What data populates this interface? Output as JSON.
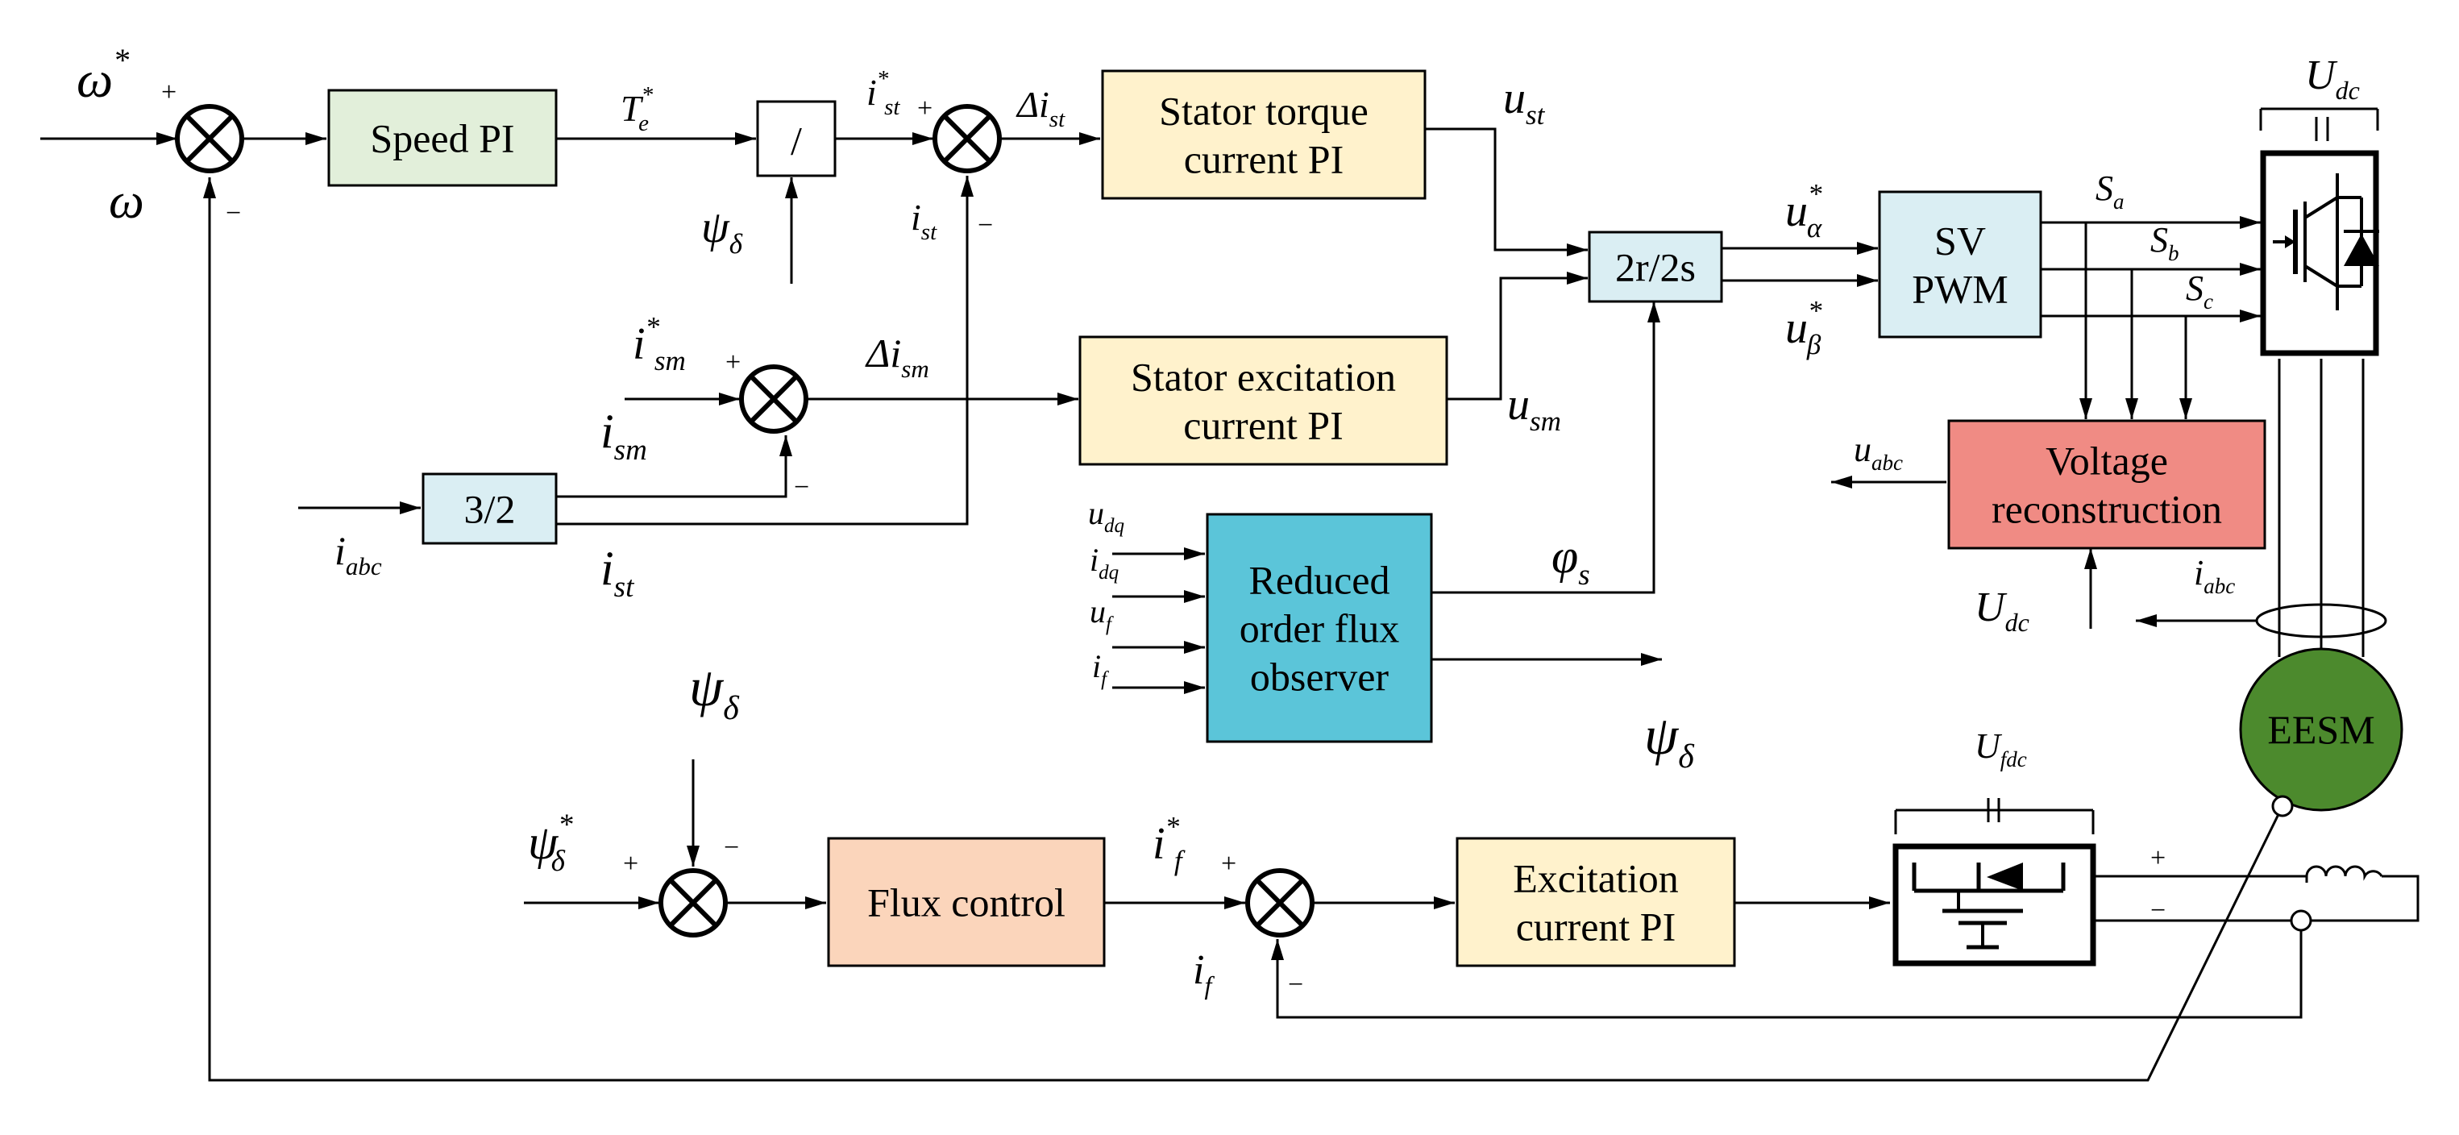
{
  "colors": {
    "green": "#e2efda",
    "yellow": "#fff2cc",
    "blue": "#daeef3",
    "cyan": "#5bc5d9",
    "red": "#f08b84",
    "orange": "#fbd5bb",
    "motor": "#4c8a2d",
    "white": "#ffffff"
  },
  "blocks": [
    {
      "id": "speed-pi",
      "lines": [
        "Speed PI"
      ],
      "color": "green"
    },
    {
      "id": "divide",
      "lines": [
        "/"
      ],
      "color": "white"
    },
    {
      "id": "stator-torque-pi",
      "lines": [
        "Stator torque",
        "current PI"
      ],
      "color": "yellow"
    },
    {
      "id": "stator-excitation-pi",
      "lines": [
        "Stator excitation",
        "current PI"
      ],
      "color": "yellow"
    },
    {
      "id": "transform-2r2s",
      "lines": [
        "2r/2s"
      ],
      "color": "blue"
    },
    {
      "id": "svpwm",
      "lines": [
        "SV",
        "PWM"
      ],
      "color": "blue"
    },
    {
      "id": "transform-32",
      "lines": [
        "3/2"
      ],
      "color": "blue"
    },
    {
      "id": "voltage-reconstruction",
      "lines": [
        "Voltage",
        "reconstruction"
      ],
      "color": "red"
    },
    {
      "id": "reduced-order-flux-observer",
      "lines": [
        "Reduced",
        "order flux",
        "observer"
      ],
      "color": "cyan"
    },
    {
      "id": "flux-control",
      "lines": [
        "Flux control"
      ],
      "color": "orange"
    },
    {
      "id": "excitation-current-pi",
      "lines": [
        "Excitation",
        "current PI"
      ],
      "color": "yellow"
    }
  ],
  "motor": {
    "label": "EESM"
  },
  "signals": [
    {
      "id": "omega-ref",
      "base": "ω",
      "sup": "*"
    },
    {
      "id": "omega",
      "base": "ω"
    },
    {
      "id": "te-ref",
      "base": "T",
      "sub": "e",
      "sup": "*"
    },
    {
      "id": "psi-delta-1",
      "base": "ψ",
      "sub": "δ"
    },
    {
      "id": "ist-ref",
      "base": "i",
      "sub": "st",
      "sup": "*"
    },
    {
      "id": "delta-ist",
      "base": "Δi",
      "sub": "st"
    },
    {
      "id": "ist-fb-1",
      "base": "i",
      "sub": "st"
    },
    {
      "id": "ust",
      "base": "u",
      "sub": "st"
    },
    {
      "id": "u-alpha",
      "base": "u",
      "sub": "α",
      "sup": "*"
    },
    {
      "id": "u-beta",
      "base": "u",
      "sub": "β",
      "sup": "*"
    },
    {
      "id": "sa",
      "base": "S",
      "sub": "a"
    },
    {
      "id": "sb",
      "base": "S",
      "sub": "b"
    },
    {
      "id": "sc",
      "base": "S",
      "sub": "c"
    },
    {
      "id": "udc-top",
      "base": "U",
      "sub": "dc"
    },
    {
      "id": "ism-ref",
      "base": "i",
      "sub": "sm",
      "sup": "*"
    },
    {
      "id": "ism",
      "base": "i",
      "sub": "sm"
    },
    {
      "id": "delta-ism",
      "base": "Δi",
      "sub": "sm"
    },
    {
      "id": "usm",
      "base": "u",
      "sub": "sm"
    },
    {
      "id": "uabc",
      "base": "u",
      "sub": "abc"
    },
    {
      "id": "iabc-in",
      "base": "i",
      "sub": "abc"
    },
    {
      "id": "ist-fb-2",
      "base": "i",
      "sub": "st"
    },
    {
      "id": "udq",
      "base": "u",
      "sub": "dq"
    },
    {
      "id": "idq",
      "base": "i",
      "sub": "dq"
    },
    {
      "id": "uf",
      "base": "u",
      "sub": "f"
    },
    {
      "id": "if-obs",
      "base": "i",
      "sub": "f"
    },
    {
      "id": "phi-s",
      "base": "φ",
      "sub": "s"
    },
    {
      "id": "udc-vr",
      "base": "U",
      "sub": "dc"
    },
    {
      "id": "iabc-fb",
      "base": "i",
      "sub": "abc"
    },
    {
      "id": "psi-delta-2",
      "base": "ψ",
      "sub": "δ"
    },
    {
      "id": "psi-delta-out",
      "base": "ψ",
      "sub": "δ"
    },
    {
      "id": "psi-delta-ref",
      "base": "ψ",
      "sub": "δ",
      "sup": "*"
    },
    {
      "id": "if-ref",
      "base": "i",
      "sub": "f",
      "sup": "*"
    },
    {
      "id": "if-fb",
      "base": "i",
      "sub": "f"
    },
    {
      "id": "ufdc",
      "base": "U",
      "sub": "fdc"
    }
  ],
  "signs": {
    "plus": "+",
    "minus": "−"
  }
}
